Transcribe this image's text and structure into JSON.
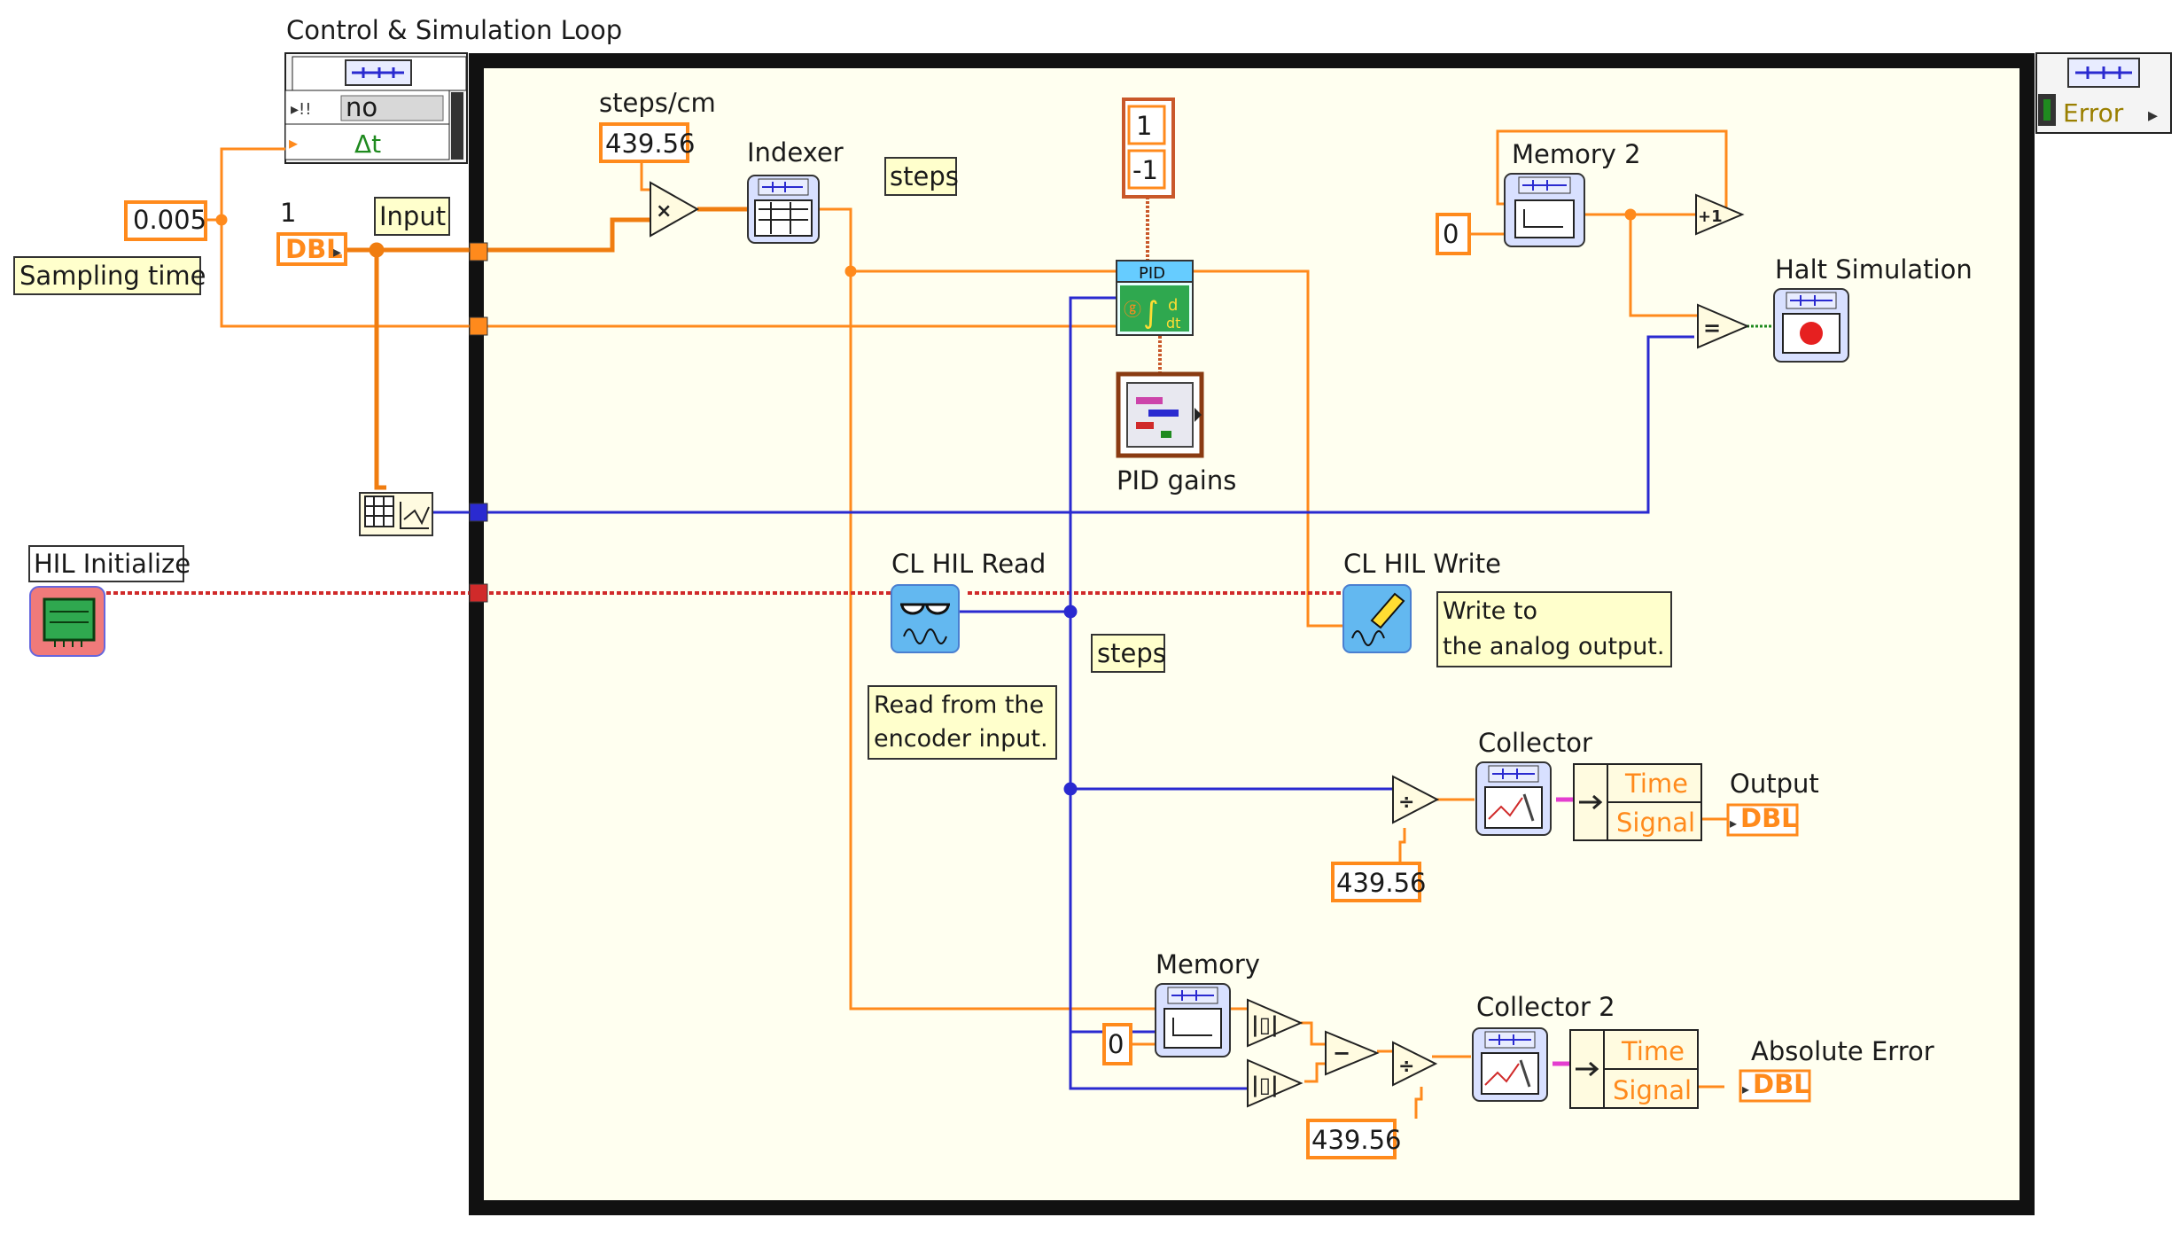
{
  "loop": {
    "title": "Control & Simulation Loop",
    "param_value": "no",
    "dt_symbol": "Δt",
    "error_label": "Error"
  },
  "constants": {
    "sampling_time": "0.005",
    "input_value": "1",
    "steps_per_cm": "439.56",
    "sat_high": "1",
    "sat_low": "-1",
    "memory2_init": "0",
    "memory_init": "0",
    "scale_output": "439.56",
    "scale_error": "439.56",
    "dbl_type": "DBL",
    "pid_label": "PID",
    "increment_symbol": "+1",
    "equal_symbol": "="
  },
  "labels": {
    "sampling_time": "Sampling time",
    "input": "Input",
    "steps_cm": "steps/cm",
    "indexer": "Indexer",
    "steps_top": "steps",
    "steps_mid": "steps",
    "memory2": "Memory 2",
    "halt_simulation": "Halt Simulation",
    "pid_gains": "PID gains",
    "hil_initialize": "HIL Initialize",
    "cl_hil_read": "CL HIL Read",
    "cl_hil_write": "CL HIL Write",
    "write_comment_1": "Write to",
    "write_comment_2": "the analog output.",
    "read_comment_1": "Read from the",
    "read_comment_2": "encoder input.",
    "collector": "Collector",
    "output": "Output",
    "memory": "Memory",
    "collector2": "Collector 2",
    "absolute_error": "Absolute Error",
    "bundle_time": "Time",
    "bundle_signal": "Signal"
  },
  "colors": {
    "numeric_wire": "#ff8a1c",
    "dbl_wire": "#f07d10",
    "boolean_wire": "#1f8a1f",
    "reference_wire": "#2a2ad0",
    "task_wire": "#d02a2a",
    "loop_border": "#111111",
    "diagram_bg": "#fffff0",
    "label_bg": "#ffffcc"
  }
}
